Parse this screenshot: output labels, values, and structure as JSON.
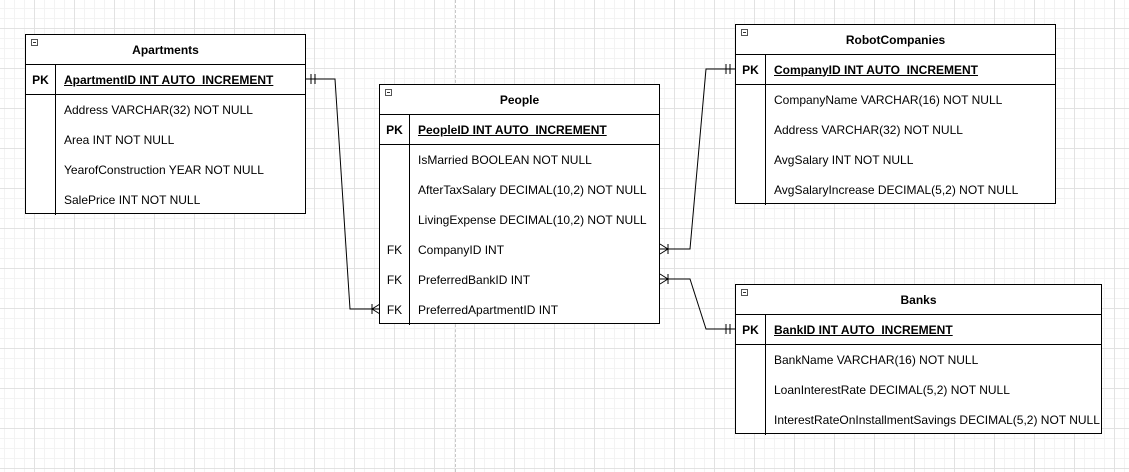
{
  "entities": {
    "apartments": {
      "title": "Apartments",
      "pk": {
        "key": "PK",
        "field": "ApartmentID INT AUTO_INCREMENT"
      },
      "rows": [
        {
          "key": "",
          "field": "Address VARCHAR(32) NOT NULL"
        },
        {
          "key": "",
          "field": "Area INT NOT NULL"
        },
        {
          "key": "",
          "field": "YearofConstruction YEAR NOT NULL"
        },
        {
          "key": "",
          "field": "SalePrice INT NOT NULL"
        }
      ]
    },
    "people": {
      "title": "People",
      "pk": {
        "key": "PK",
        "field": "PeopleID INT AUTO_INCREMENT"
      },
      "rows": [
        {
          "key": "",
          "field": "IsMarried BOOLEAN NOT NULL"
        },
        {
          "key": "",
          "field": "AfterTaxSalary DECIMAL(10,2) NOT NULL"
        },
        {
          "key": "",
          "field": "LivingExpense DECIMAL(10,2) NOT NULL"
        },
        {
          "key": "FK",
          "field": "CompanyID INT"
        },
        {
          "key": "FK",
          "field": "PreferredBankID INT"
        },
        {
          "key": "FK",
          "field": "PreferredApartmentID INT"
        }
      ]
    },
    "robot_companies": {
      "title": "RobotCompanies",
      "pk": {
        "key": "PK",
        "field": "CompanyID INT AUTO_INCREMENT"
      },
      "rows": [
        {
          "key": "",
          "field": "CompanyName VARCHAR(16) NOT NULL"
        },
        {
          "key": "",
          "field": "Address VARCHAR(32) NOT NULL"
        },
        {
          "key": "",
          "field": "AvgSalary INT NOT NULL"
        },
        {
          "key": "",
          "field": "AvgSalaryIncrease DECIMAL(5,2) NOT NULL"
        }
      ]
    },
    "banks": {
      "title": "Banks",
      "pk": {
        "key": "PK",
        "field": "BankID INT AUTO_INCREMENT"
      },
      "rows": [
        {
          "key": "",
          "field": "BankName VARCHAR(16) NOT NULL"
        },
        {
          "key": "",
          "field": "LoanInterestRate DECIMAL(5,2) NOT NULL"
        },
        {
          "key": "",
          "field": "InterestRateOnInstallmentSavings DECIMAL(5,2) NOT NULL"
        }
      ]
    }
  },
  "relationships": [
    {
      "from": "apartments.ApartmentID",
      "to": "people.PreferredApartmentID",
      "from_end": "one-and-only-one",
      "to_end": "one-or-many"
    },
    {
      "from": "robot_companies.CompanyID",
      "to": "people.CompanyID",
      "from_end": "one-and-only-one",
      "to_end": "one-or-many"
    },
    {
      "from": "banks.BankID",
      "to": "people.PreferredBankID",
      "from_end": "one-and-only-one",
      "to_end": "one-or-many"
    }
  ]
}
